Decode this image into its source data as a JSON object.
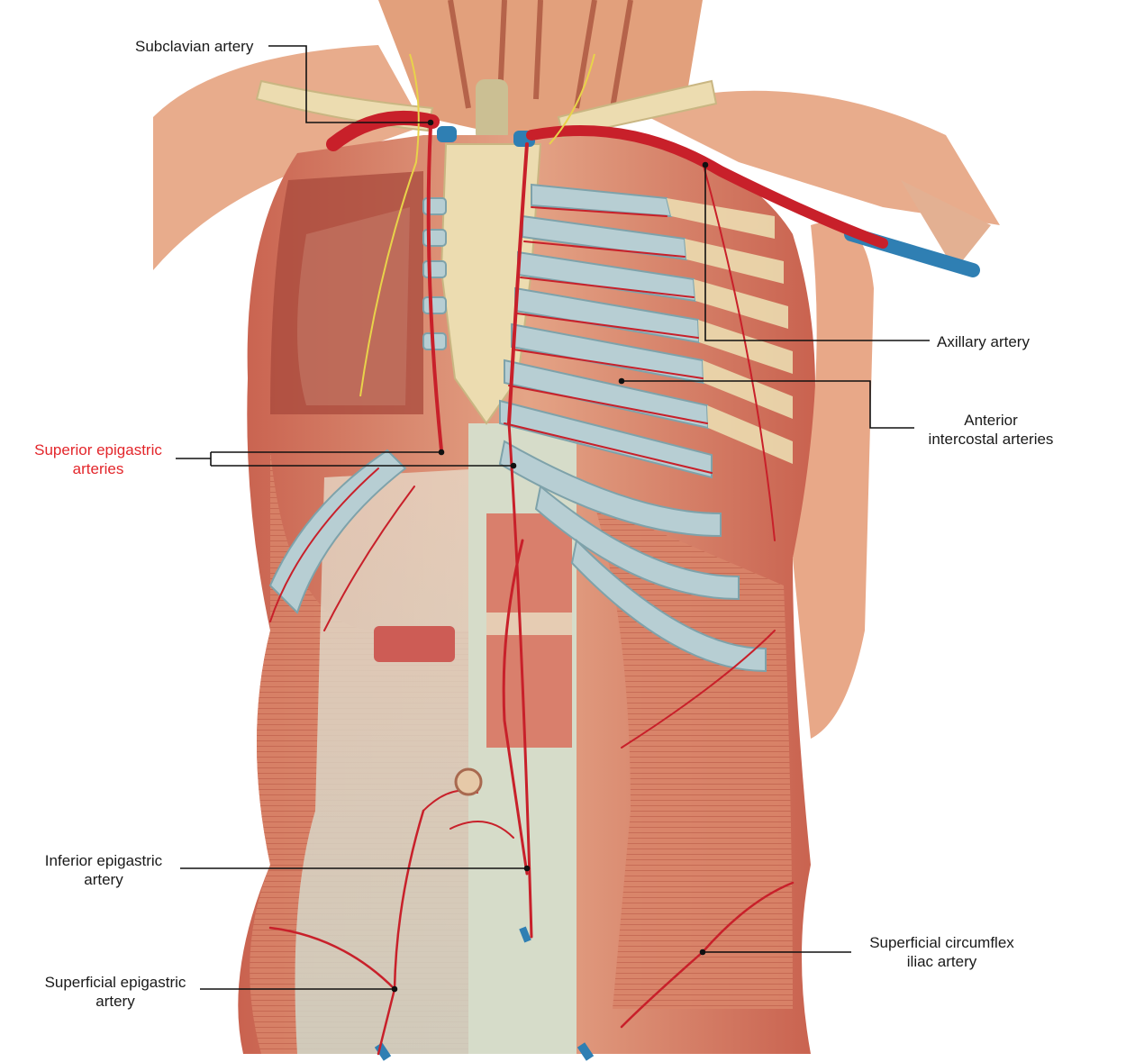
{
  "labels": {
    "subclavian": "Subclavian artery",
    "axillary": "Axillary artery",
    "anterior_intercostal": [
      "Anterior",
      "intercostal arteries"
    ],
    "superior_epigastric": [
      "Superior epigastric",
      "arteries"
    ],
    "inferior_epigastric": [
      "Inferior epigastric",
      "artery"
    ],
    "superficial_epigastric": [
      "Superficial epigastric",
      "artery"
    ],
    "superficial_circumflex": [
      "Superficial circumflex",
      "iliac artery"
    ]
  },
  "colors": {
    "highlight_label": "#e3262b",
    "label_text": "#1a1a1a",
    "leader_line": "#111111",
    "artery": "#c8202a",
    "vein": "#2f7fb3",
    "muscle": "#d9826a",
    "bone": "#ecdcb0",
    "cartilage": "#b7ced3",
    "fascia": "#d8e2d8"
  },
  "icons": [
    "torso-anatomy-illustration"
  ]
}
